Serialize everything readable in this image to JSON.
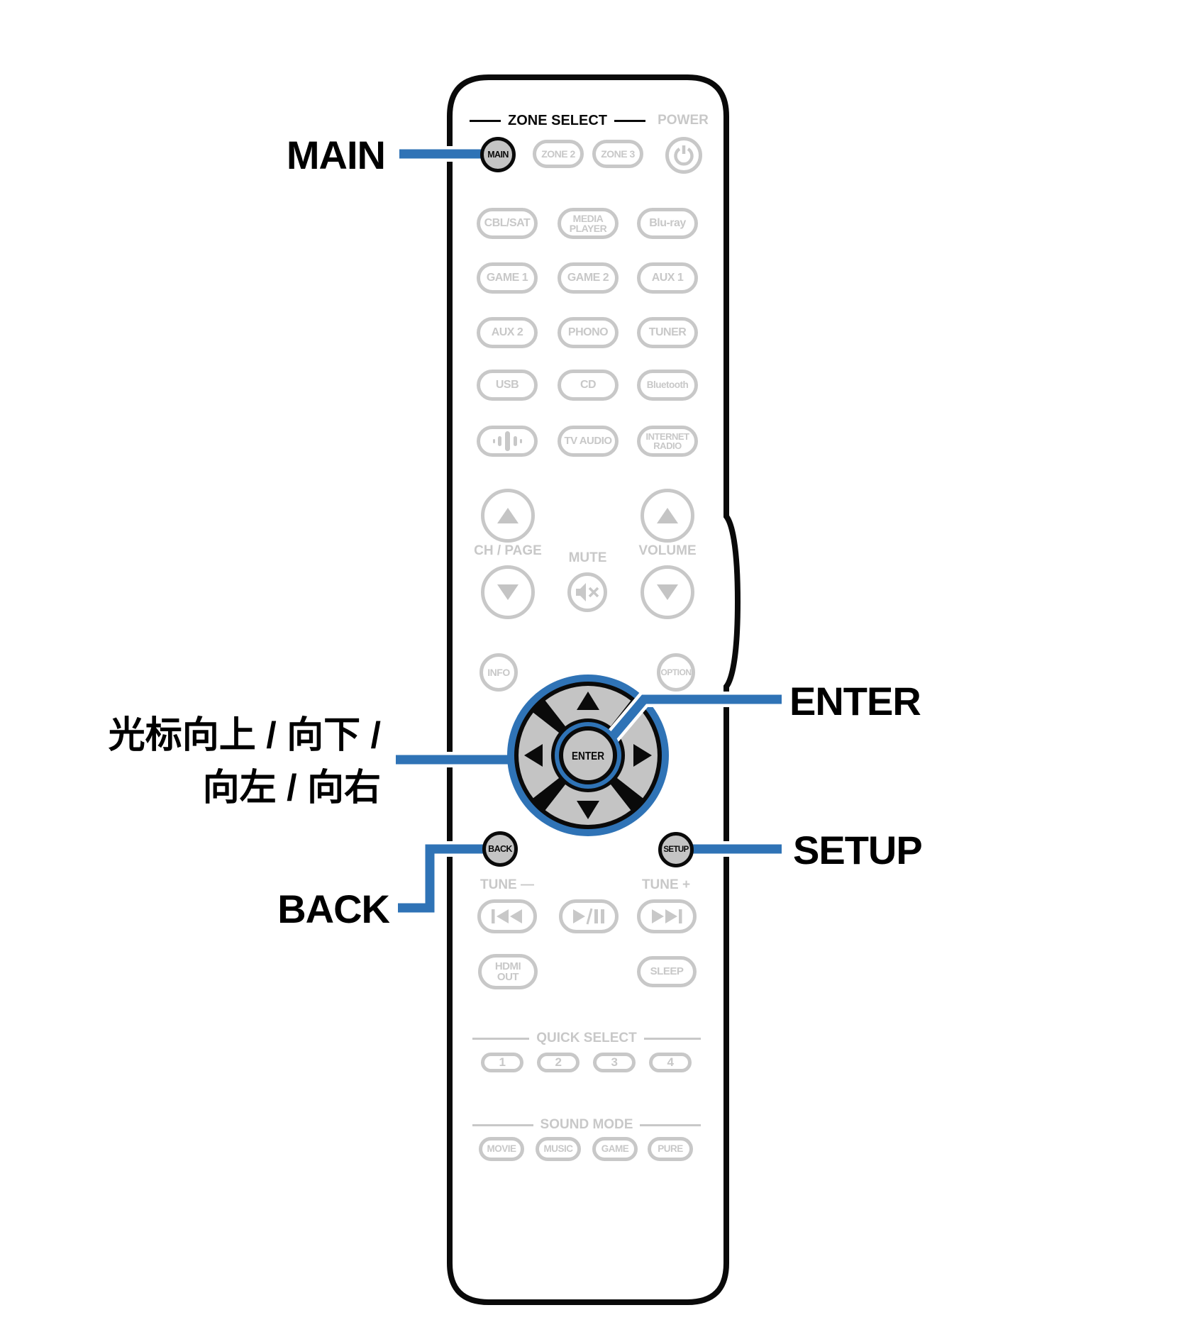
{
  "colors": {
    "accent_blue": "#2f73b6",
    "inactive_gray": "#c8c8c8",
    "key_gray": "#c4c4c4",
    "ink": "#0a0a0a"
  },
  "callouts": {
    "main_label": "MAIN",
    "cursor_label_line1": "光标向上 / 向下 /",
    "cursor_label_line2": "向左 / 向右",
    "enter_label": "ENTER",
    "setup_label": "SETUP",
    "back_label": "BACK"
  },
  "remote": {
    "zone_select_header": "ZONE SELECT",
    "power_header": "POWER",
    "zone": {
      "main": "MAIN",
      "zone2": "ZONE 2",
      "zone3": "ZONE 3"
    },
    "sources": {
      "cbl_sat": "CBL/SAT",
      "media_player": "MEDIA\nPLAYER",
      "blu_ray": "Blu-ray",
      "game1": "GAME 1",
      "game2": "GAME 2",
      "aux1": "AUX 1",
      "aux2": "AUX 2",
      "phono": "PHONO",
      "tuner": "TUNER",
      "usb": "USB",
      "cd": "CD",
      "bluetooth": "Bluetooth",
      "tv_audio": "TV AUDIO",
      "internet_radio": "INTERNET\nRADIO"
    },
    "ch_page_label": "CH / PAGE",
    "mute_label": "MUTE",
    "volume_label": "VOLUME",
    "info": "INFO",
    "option": "OPTION",
    "enter": "ENTER",
    "back": "BACK",
    "setup": "SETUP",
    "tune_minus": "TUNE —",
    "tune_plus": "TUNE +",
    "hdmi_out": "HDMI\nOUT",
    "sleep": "SLEEP",
    "quick_select_header": "QUICK SELECT",
    "quick_select": [
      "1",
      "2",
      "3",
      "4"
    ],
    "sound_mode_header": "SOUND MODE",
    "sound_modes": {
      "movie": "MOVIE",
      "music": "MUSIC",
      "game": "GAME",
      "pure": "PURE"
    }
  },
  "icons": {
    "power": "power-icon",
    "heos": "heos-icon",
    "mute": "mute-speaker-x-icon",
    "channel_up": "triangle-up-icon",
    "channel_down": "triangle-down-icon",
    "volume_up": "triangle-up-icon",
    "volume_down": "triangle-down-icon",
    "cursor_up": "cursor-up-arrow-icon",
    "cursor_down": "cursor-down-arrow-icon",
    "cursor_left": "cursor-left-arrow-icon",
    "cursor_right": "cursor-right-arrow-icon",
    "skip_back": "skip-back-icon",
    "play_pause": "play-pause-icon",
    "skip_forward": "skip-forward-icon"
  }
}
